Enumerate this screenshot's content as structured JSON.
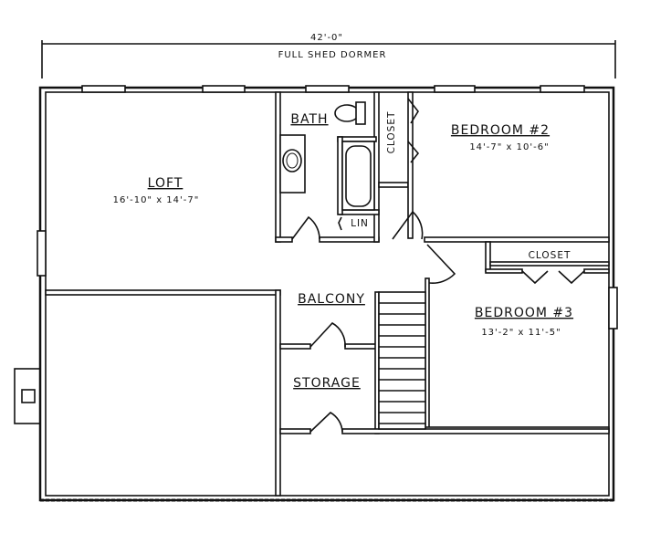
{
  "plan": {
    "overall_dimension": "42'-0\"",
    "subtitle": "FULL SHED DORMER",
    "rooms": {
      "loft": {
        "name": "LOFT",
        "size": "16'-10\" x 14'-7\""
      },
      "bath": {
        "name": "BATH"
      },
      "closet_hall": {
        "name": "CLOSET"
      },
      "linen": {
        "name": "LIN"
      },
      "bedroom2": {
        "name": "BEDROOM #2",
        "size": "14'-7\" x 10'-6\""
      },
      "closet_bed3": {
        "name": "CLOSET"
      },
      "balcony": {
        "name": "BALCONY"
      },
      "bedroom3": {
        "name": "BEDROOM #3",
        "size": "13'-2\" x 11'-5\""
      },
      "storage": {
        "name": "STORAGE"
      }
    }
  }
}
